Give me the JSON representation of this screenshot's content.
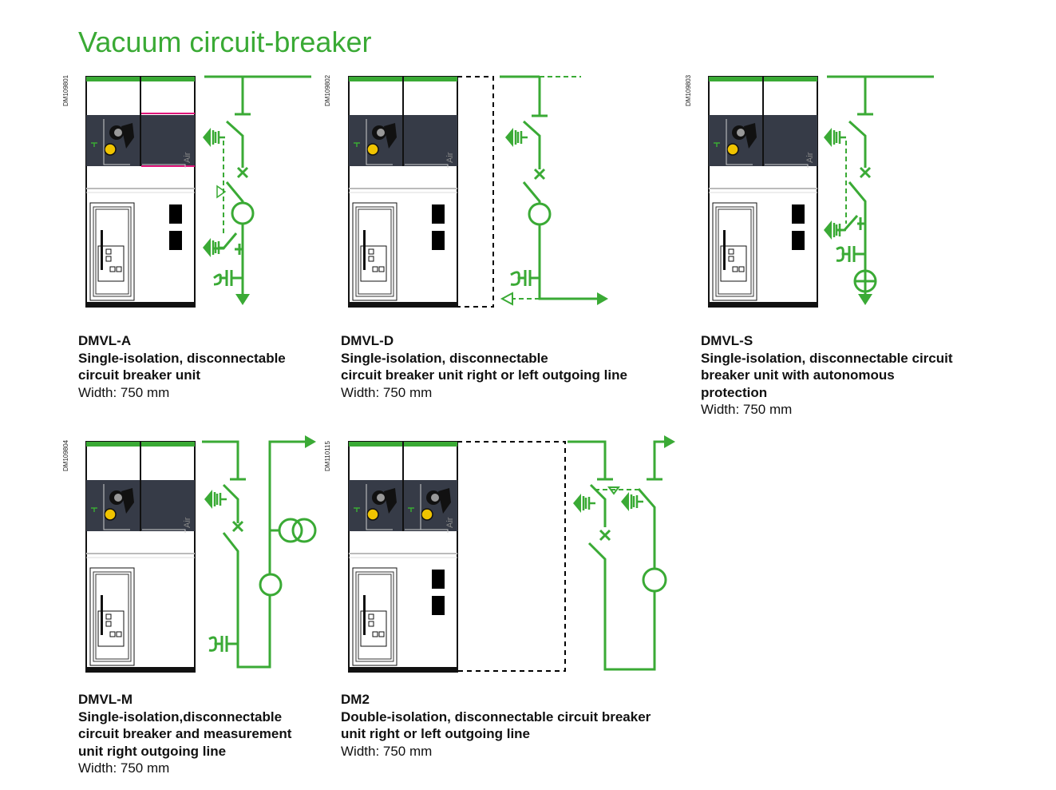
{
  "page": {
    "title": "Vacuum circuit-breaker"
  },
  "units": [
    {
      "code": "DM109801",
      "name": "DMVL-A",
      "desc1": "Single-isolation, disconnectable",
      "desc2": "circuit breaker unit",
      "desc3": "",
      "width": "Width: 750 mm"
    },
    {
      "code": "DM109802",
      "name": "DMVL-D",
      "desc1": "Single-isolation, disconnectable",
      "desc2": "circuit breaker unit right or left outgoing line",
      "desc3": "",
      "width": "Width: 750 mm"
    },
    {
      "code": "DM109803",
      "name": "DMVL-S",
      "desc1": "Single-isolation, disconnectable circuit",
      "desc2": "breaker unit with autonomous",
      "desc3": "protection",
      "width": "Width: 750 mm"
    },
    {
      "code": "DM109804",
      "name": "DMVL-M",
      "desc1": "Single-isolation,disconnectable",
      "desc2": "circuit breaker and measurement",
      "desc3": "unit right outgoing line",
      "width": "Width: 750 mm"
    },
    {
      "code": "DM110115",
      "name": "DM2",
      "desc1": "Double-isolation, disconnectable circuit breaker",
      "desc2": "unit right or left outgoing line",
      "desc3": "",
      "width": "Width: 750 mm"
    }
  ],
  "cabinet_label": "Air",
  "colors": {
    "accent": "#3aaa35",
    "panel_dark": "#363b47",
    "magenta": "#e0157a"
  }
}
